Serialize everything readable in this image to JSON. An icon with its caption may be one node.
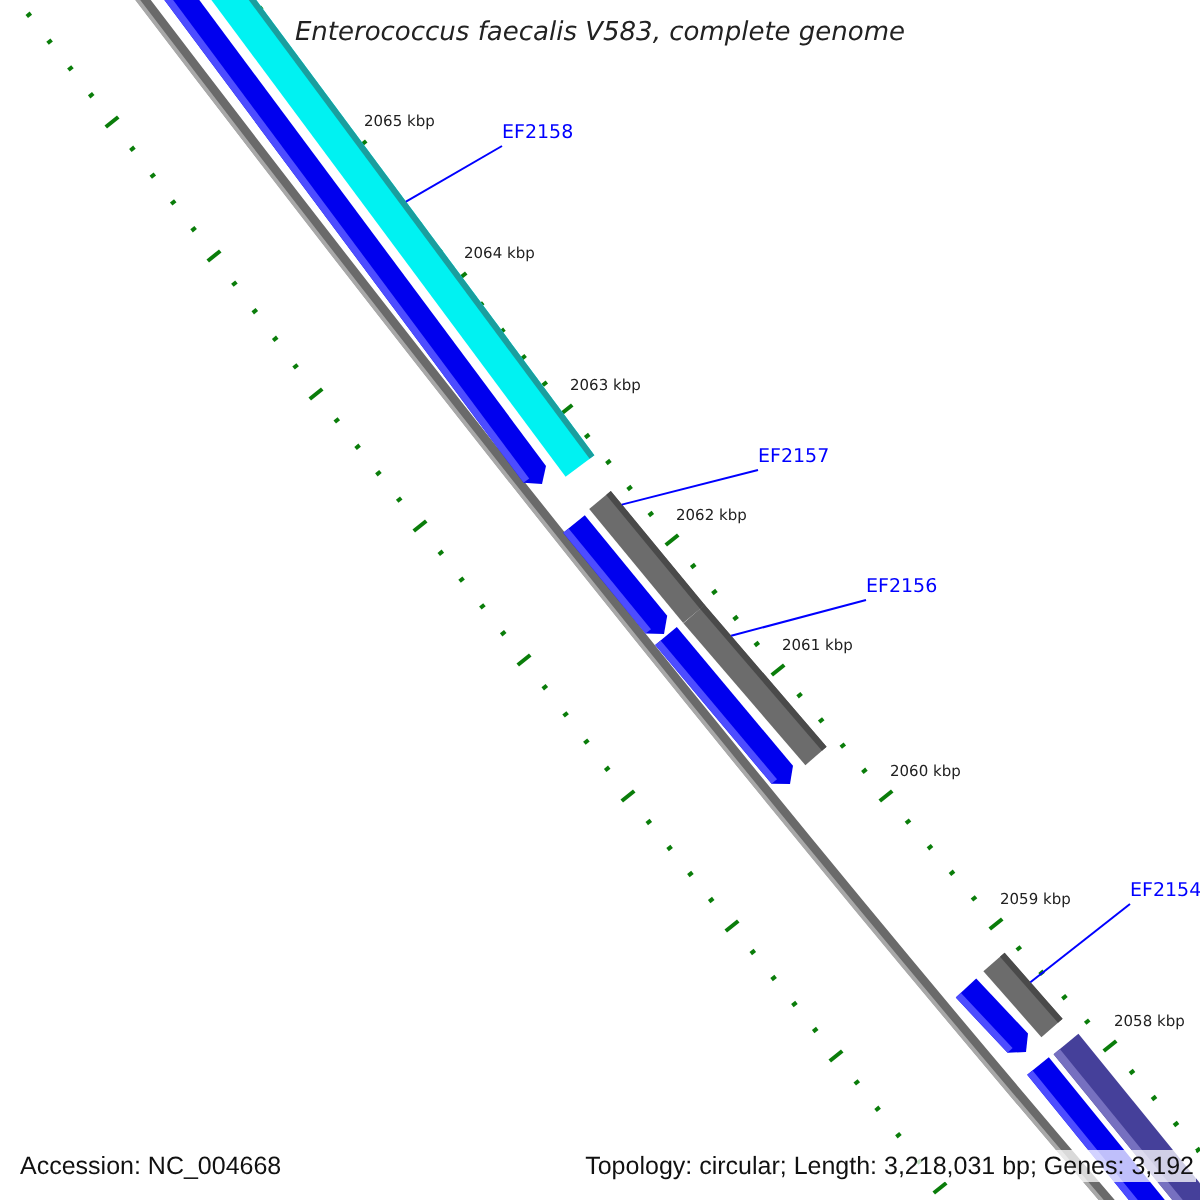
{
  "diagram": {
    "title": "Enterococcus faecalis V583, complete genome",
    "nodes": [
      {
        "text": [
          "EF2158"
        ]
      },
      {
        "text": [],
        "shape": "bar"
      },
      {
        "text": [
          "EF2157"
        ]
      },
      {
        "text": [],
        "shape": "bar"
      },
      {
        "text": [
          "EF2156"
        ]
      },
      {
        "text": [],
        "shape": "bar"
      },
      {
        "text": [
          "EF2154"
        ]
      },
      {
        "text": [],
        "shape": "bar"
      }
    ],
    "edges": [
      {
        "from": 0,
        "to": 1,
        "arrow": "none"
      },
      {
        "from": 2,
        "to": 3,
        "arrow": "none"
      },
      {
        "from": 4,
        "to": 5,
        "arrow": "none"
      },
      {
        "from": 6,
        "to": 7,
        "arrow": "none"
      }
    ],
    "labels": [
      "2065 kbp",
      "2064 kbp",
      "2063 kbp",
      "2062 kbp",
      "2061 kbp",
      "2060 kbp",
      "2059 kbp",
      "2058 kbp",
      "Accession: NC_004668",
      "Topology: circular; Length: 3,218,031 bp; Genes: 3,192"
    ]
  }
}
